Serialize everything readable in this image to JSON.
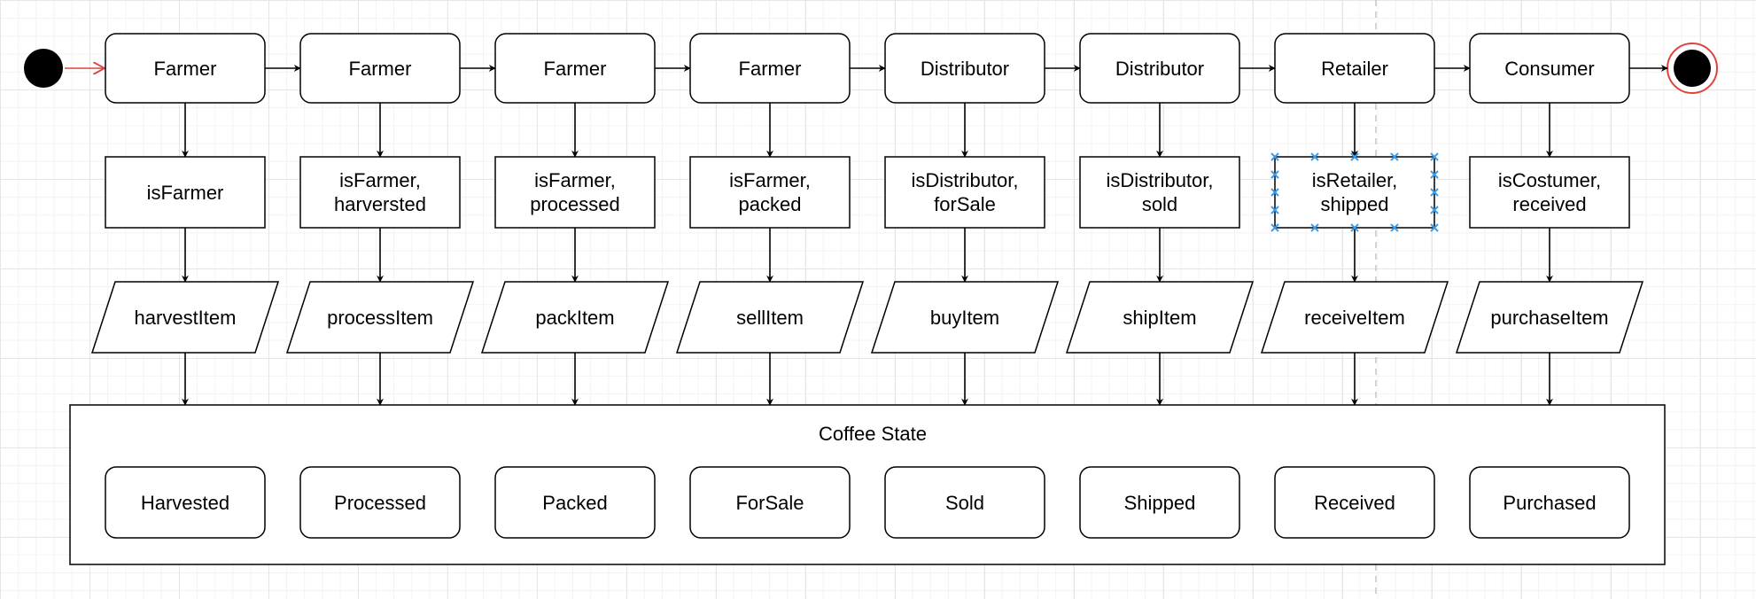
{
  "diagram": {
    "actors": [
      {
        "label": "Farmer"
      },
      {
        "label": "Farmer"
      },
      {
        "label": "Farmer"
      },
      {
        "label": "Farmer"
      },
      {
        "label": "Distributor"
      },
      {
        "label": "Distributor"
      },
      {
        "label": "Retailer"
      },
      {
        "label": "Consumer"
      }
    ],
    "conditions": [
      {
        "lines": [
          "isFarmer"
        ]
      },
      {
        "lines": [
          "isFarmer,",
          "harversted"
        ]
      },
      {
        "lines": [
          "isFarmer,",
          "processed"
        ]
      },
      {
        "lines": [
          "isFarmer,",
          "packed"
        ]
      },
      {
        "lines": [
          "isDistributor,",
          "forSale"
        ]
      },
      {
        "lines": [
          "isDistributor,",
          "sold"
        ]
      },
      {
        "lines": [
          "isRetailer,",
          "shipped"
        ],
        "selected": true
      },
      {
        "lines": [
          "isCostumer,",
          "received"
        ]
      }
    ],
    "functions": [
      {
        "label": "harvestItem"
      },
      {
        "label": "processItem"
      },
      {
        "label": "packItem"
      },
      {
        "label": "sellItem"
      },
      {
        "label": "buyItem"
      },
      {
        "label": "shipItem"
      },
      {
        "label": "receiveItem"
      },
      {
        "label": "purchaseItem"
      }
    ],
    "state_group": {
      "title": "Coffee State",
      "states": [
        {
          "label": "Harvested"
        },
        {
          "label": "Processed"
        },
        {
          "label": "Packed"
        },
        {
          "label": "ForSale"
        },
        {
          "label": "Sold"
        },
        {
          "label": "Shipped"
        },
        {
          "label": "Received"
        },
        {
          "label": "Purchased"
        }
      ]
    },
    "colors": {
      "start_arrow": "#e0433b",
      "end_ring": "#e0433b",
      "selection": "#3d9be9"
    }
  }
}
